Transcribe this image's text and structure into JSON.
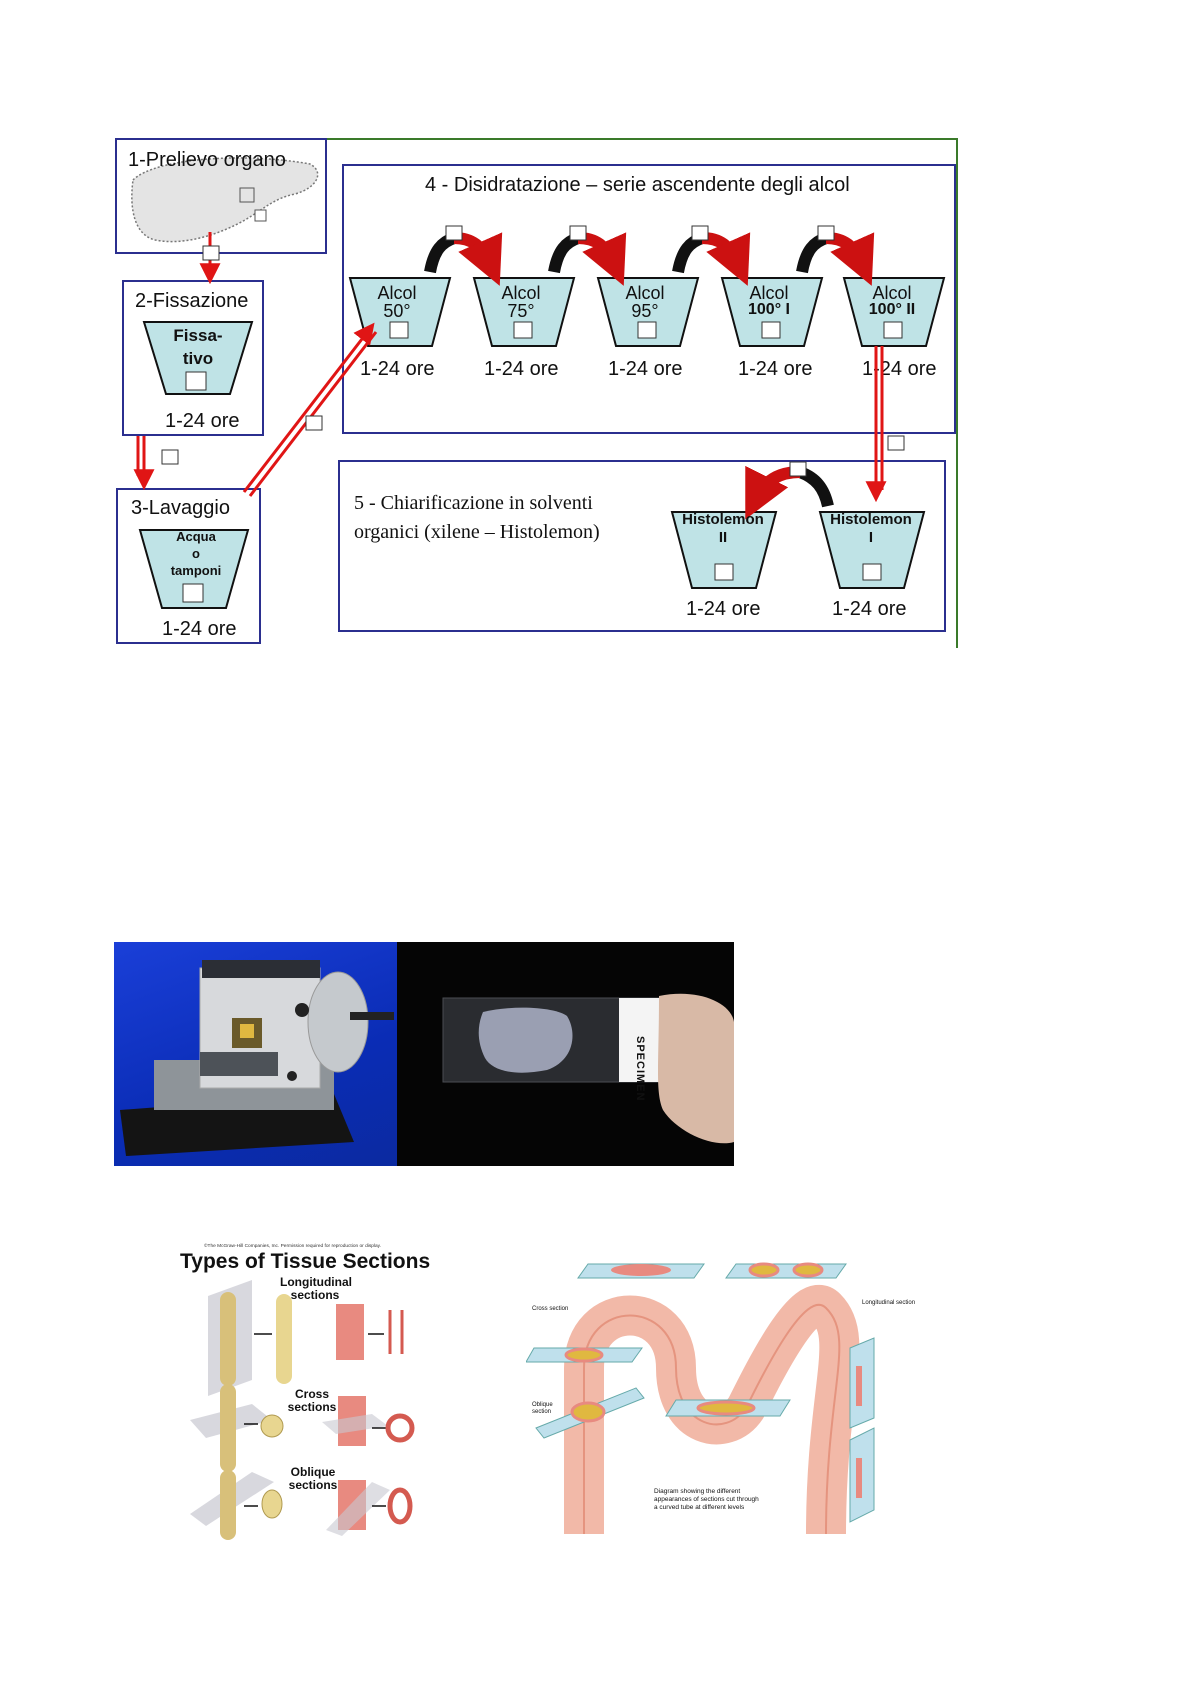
{
  "process": {
    "step1": {
      "title": "1-Prelievo organo"
    },
    "step2": {
      "title": "2-Fissazione",
      "beaker_line1": "Fissa-",
      "beaker_line2": "tivo",
      "time": "1-24 ore"
    },
    "step3": {
      "title": "3-Lavaggio",
      "beaker_line1": "Acqua",
      "beaker_line2": "o",
      "beaker_line3": "tamponi",
      "time": "1-24 ore"
    },
    "step4": {
      "title": "4 - Disidratazione – serie ascendente degli alcol",
      "beakers": [
        {
          "line1": "Alcol",
          "line2": "50°",
          "time": "1-24 ore"
        },
        {
          "line1": "Alcol",
          "line2": "75°",
          "time": "1-24 ore"
        },
        {
          "line1": "Alcol",
          "line2": "95°",
          "time": "1-24 ore"
        },
        {
          "line1": "Alcol",
          "line2": "100° I",
          "time": "1-24 ore"
        },
        {
          "line1": "Alcol",
          "line2": "100° II",
          "time": "1-24 ore"
        }
      ]
    },
    "step5": {
      "title_line1": "5 - Chiarificazione in solventi",
      "title_line2": "organici (xilene – Histolemon)",
      "beakers": [
        {
          "line1": "Histolemon",
          "line2": "II",
          "time": "1-24 ore"
        },
        {
          "line1": "Histolemon",
          "line2": "I",
          "time": "1-24 ore"
        }
      ]
    }
  },
  "slide_photo": {
    "label": "SPECIMEN"
  },
  "tissue_sections": {
    "copyright": "©The McGraw-Hill Companies, Inc. Permission required for reproduction or display.",
    "title": "Types of Tissue Sections",
    "longitudinal": "Longitudinal sections",
    "cross": "Cross sections",
    "oblique": "Oblique sections"
  },
  "tube_diagram": {
    "cross": "Cross section",
    "longitudinal": "Longitudinal section",
    "oblique": "Oblique section",
    "caption_line1": "Diagram showing the different",
    "caption_line2": "appearances of sections cut through",
    "caption_line3": "a curved tube at different levels"
  },
  "colors": {
    "frame": "#2b2f8f",
    "liquid": "#bfe3e6",
    "arrow_red": "#cc1111",
    "frame_green": "#3a7a2a"
  }
}
